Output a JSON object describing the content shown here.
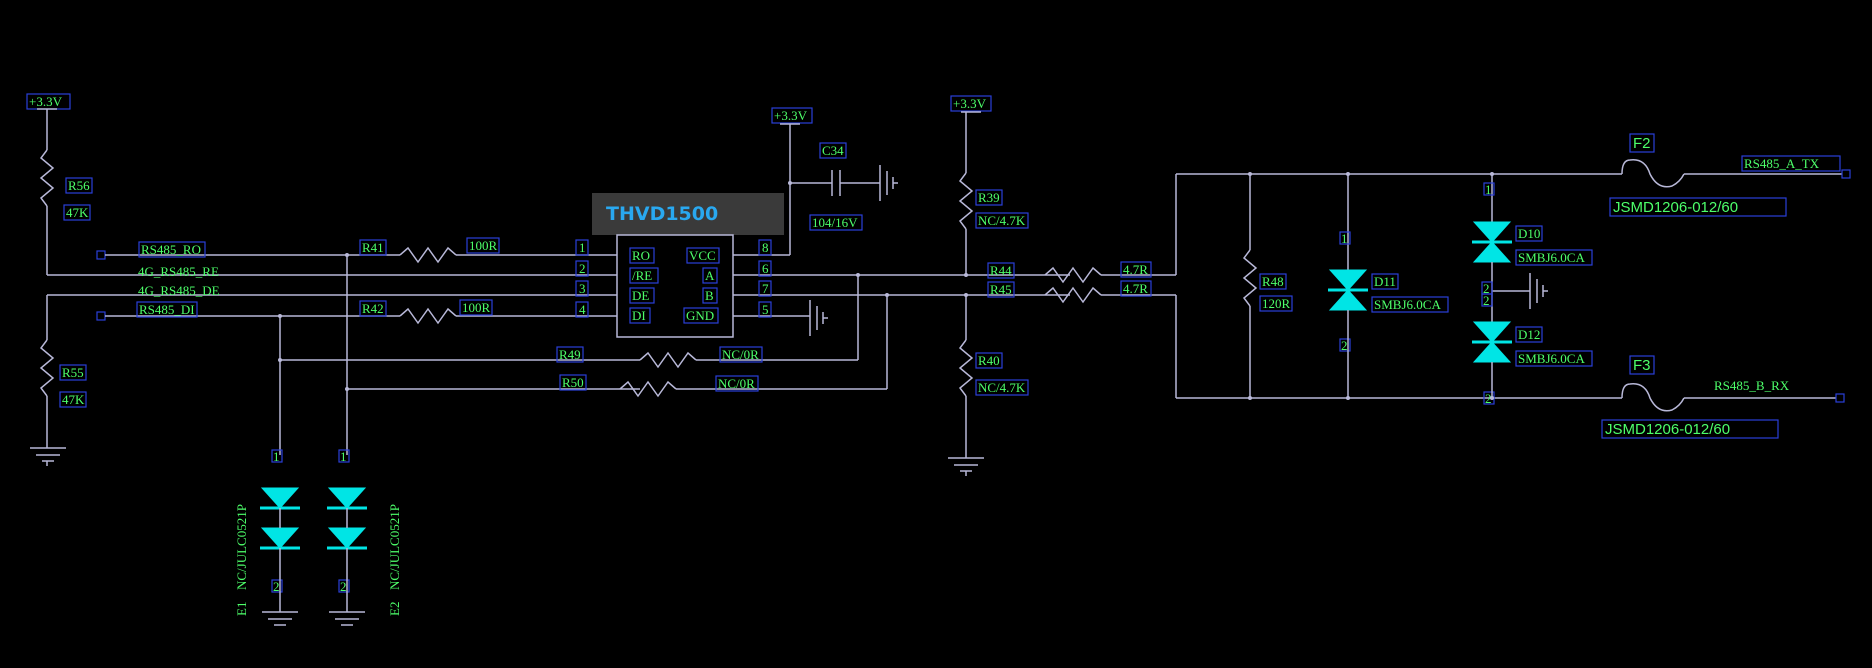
{
  "chip": {
    "title": "THVD1500",
    "pins_left": [
      {
        "num": "1",
        "name": "RO"
      },
      {
        "num": "2",
        "name": "/RE"
      },
      {
        "num": "3",
        "name": "DE"
      },
      {
        "num": "4",
        "name": "DI"
      }
    ],
    "pins_right": [
      {
        "num": "8",
        "name": "VCC"
      },
      {
        "num": "6",
        "name": "A"
      },
      {
        "num": "7",
        "name": "B"
      },
      {
        "num": "5",
        "name": "GND"
      }
    ]
  },
  "supplies": {
    "vcc": "+3.3V"
  },
  "nets": {
    "ro": "RS485_RO",
    "re": "4G_RS485_RE",
    "de": "4G_RS485_DE",
    "di": "RS485_DI",
    "a_tx": "RS485_A_TX",
    "b_rx": "RS485_B_RX"
  },
  "components": {
    "r56": {
      "ref": "R56",
      "val": "47K"
    },
    "r55": {
      "ref": "R55",
      "val": "47K"
    },
    "r41": {
      "ref": "R41",
      "val": "100R"
    },
    "r42": {
      "ref": "R42",
      "val": "100R"
    },
    "r49": {
      "ref": "R49",
      "val": "NC/0R"
    },
    "r50": {
      "ref": "R50",
      "val": "NC/0R"
    },
    "c34": {
      "ref": "C34",
      "val": "104/16V"
    },
    "r39": {
      "ref": "R39",
      "val": "NC/4.7K"
    },
    "r40": {
      "ref": "R40",
      "val": "NC/4.7K"
    },
    "r44": {
      "ref": "R44",
      "val": "4.7R"
    },
    "r45": {
      "ref": "R45",
      "val": "4.7R"
    },
    "r48": {
      "ref": "R48",
      "val": "120R"
    },
    "d11": {
      "ref": "D11",
      "val": "SMBJ6.0CA"
    },
    "d10": {
      "ref": "D10",
      "val": "SMBJ6.0CA"
    },
    "d12": {
      "ref": "D12",
      "val": "SMBJ6.0CA"
    },
    "f2": {
      "ref": "F2",
      "val": "JSMD1206-012/60"
    },
    "f3": {
      "ref": "F3",
      "val": "JSMD1206-012/60"
    },
    "e1": {
      "ref": "E1",
      "val": "NC/JULC0521P"
    },
    "e2": {
      "ref": "E2",
      "val": "NC/JULC0521P"
    }
  },
  "pin_marks": {
    "one": "1",
    "two": "2"
  }
}
